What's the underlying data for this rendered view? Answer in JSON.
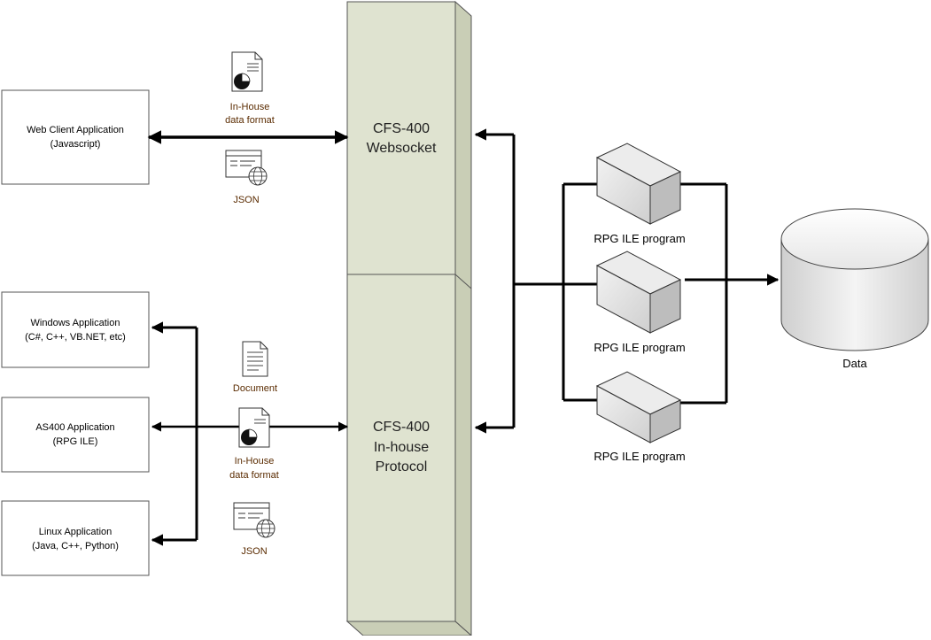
{
  "clients": {
    "web": {
      "line1": "Web Client Application",
      "line2": "(Javascript)"
    },
    "windows": {
      "line1": "Windows Application",
      "line2": "(C#, C++, VB.NET, etc)"
    },
    "as400": {
      "line1": "AS400 Application",
      "line2": "(RPG ILE)"
    },
    "linux": {
      "line1": "Linux Application",
      "line2": "(Java, C++, Python)"
    }
  },
  "pillar": {
    "top": {
      "line1": "CFS-400",
      "line2": "Websocket"
    },
    "bottom": {
      "line1": "CFS-400",
      "line2": "In-house",
      "line3": "Protocol"
    }
  },
  "icons": {
    "top_inhouse": {
      "line1": "In-House",
      "line2": "data format"
    },
    "top_json": "JSON",
    "document": "Document",
    "bottom_inhouse": {
      "line1": "In-House",
      "line2": "data format"
    },
    "bottom_json": "JSON"
  },
  "programs": [
    "RPG ILE program",
    "RPG ILE program",
    "RPG ILE program"
  ],
  "database": "Data",
  "colors": {
    "pillar": "#dfe3d0",
    "pillar_side": "#cfd4bd",
    "stroke": "#000000"
  }
}
